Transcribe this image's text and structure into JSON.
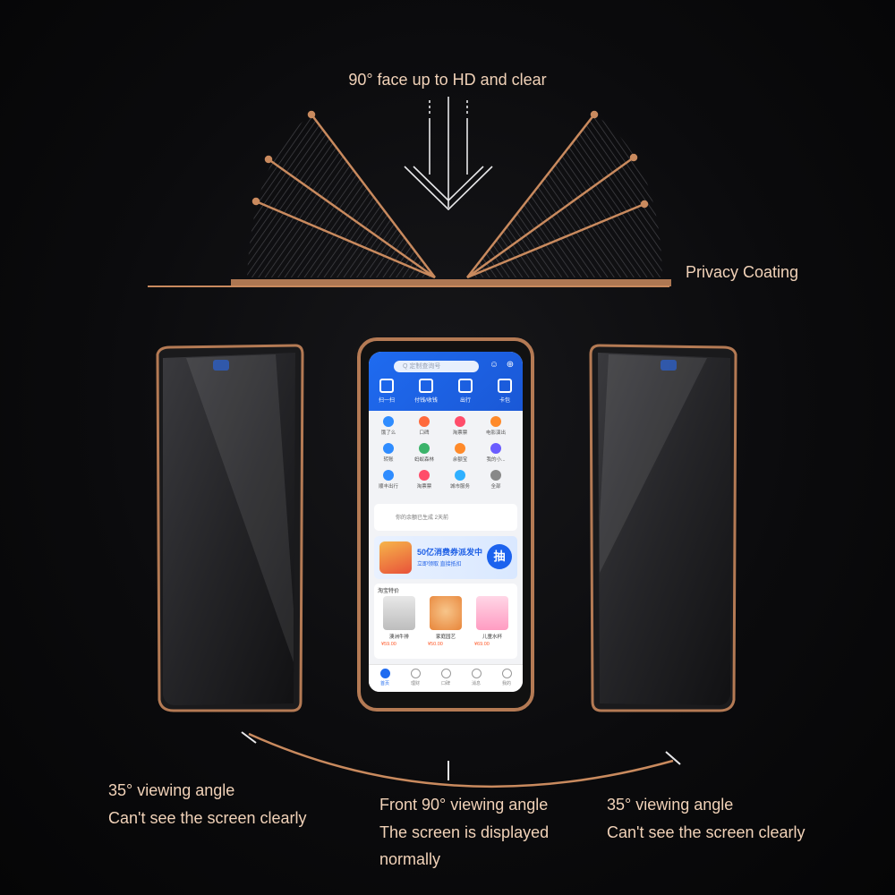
{
  "top_caption": "90° face up to HD and clear",
  "privacy_label": "Privacy Coating",
  "captions": {
    "left": {
      "line1": "35° viewing angle",
      "line2": "Can't see the screen clearly"
    },
    "center": {
      "line1": "Front 90° viewing angle",
      "line2": "The screen is displayed",
      "line3": "normally"
    },
    "right": {
      "line1": "35° viewing angle",
      "line2": "Can't see the screen clearly"
    }
  },
  "colors": {
    "copper": "#c98a5e",
    "caption": "#f1d2b8",
    "app_blue": "#1f6bf0"
  },
  "screen": {
    "search_placeholder": "Q 定制查询号",
    "quick_actions": [
      "扫一扫",
      "付钱/收钱",
      "出行",
      "卡包"
    ],
    "grid": [
      "饿了么",
      "口碑",
      "淘票票",
      "电影演出",
      "转账",
      "蚂蚁森林",
      "余额宝",
      "我的小...",
      "顺丰出行",
      "淘票票",
      "城市服务",
      "全部"
    ],
    "banner_text": "你的余额已生成 2天前",
    "promo_title": "50亿消费券派发中",
    "promo_sub": "立即领取 直接抵扣",
    "promo_btn": "抽",
    "section_title": "淘宝特价",
    "products": [
      {
        "name": "澳洲牛排",
        "price": "¥59.00"
      },
      {
        "name": "家庭园艺",
        "price": "¥50.00"
      },
      {
        "name": "儿童水杯",
        "price": "¥69.00"
      }
    ],
    "tabs": [
      "首页",
      "理财",
      "口碑",
      "消息",
      "我的"
    ]
  }
}
